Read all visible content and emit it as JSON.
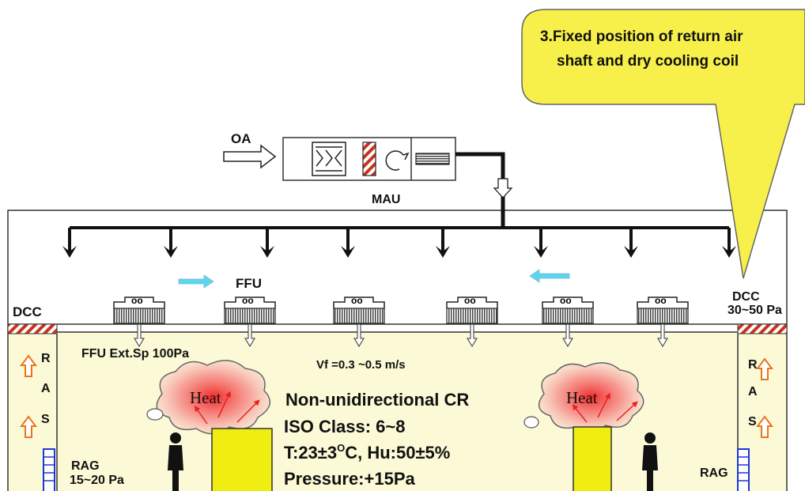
{
  "callout": {
    "line1": "3.Fixed position of return air",
    "line2": "shaft and dry cooling coil"
  },
  "mau": {
    "oa_label": "OA",
    "label": "MAU"
  },
  "ffu": {
    "label": "FFU",
    "ext_sp": "FFU Ext.Sp 100Pa",
    "velocity": "Vf =0.3 ~0.5 m/s",
    "unit_icon": "oo"
  },
  "dcc": {
    "left_label": "DCC",
    "right_label": "DCC",
    "right_pressure": "30~50 Pa"
  },
  "ras": {
    "letters": [
      "R",
      "A",
      "S"
    ]
  },
  "rag": {
    "left_label": "RAG",
    "left_pressure": "15~20 Pa",
    "right_label": "RAG"
  },
  "heat": {
    "left_label": "Heat",
    "right_label": "Heat"
  },
  "specs": {
    "line1": "Non-unidirectional CR",
    "line2": "ISO Class: 6~8",
    "line3_pre": "T:23±3",
    "line3_sup": "O",
    "line3_post": "C, Hu:50±5%",
    "line4": "Pressure:+15Pa"
  },
  "colors": {
    "cleanroom_fill": "#fbf9d6",
    "equipment_yellow": "#f0ee10",
    "callout_yellow": "#f7f04a",
    "hatch_red": "#c8321e",
    "arrow_orange": "#e8761c",
    "rag_blue": "#1d36d6",
    "cyan_arrow": "#5ad6f0",
    "heat_red": "#f02020"
  }
}
